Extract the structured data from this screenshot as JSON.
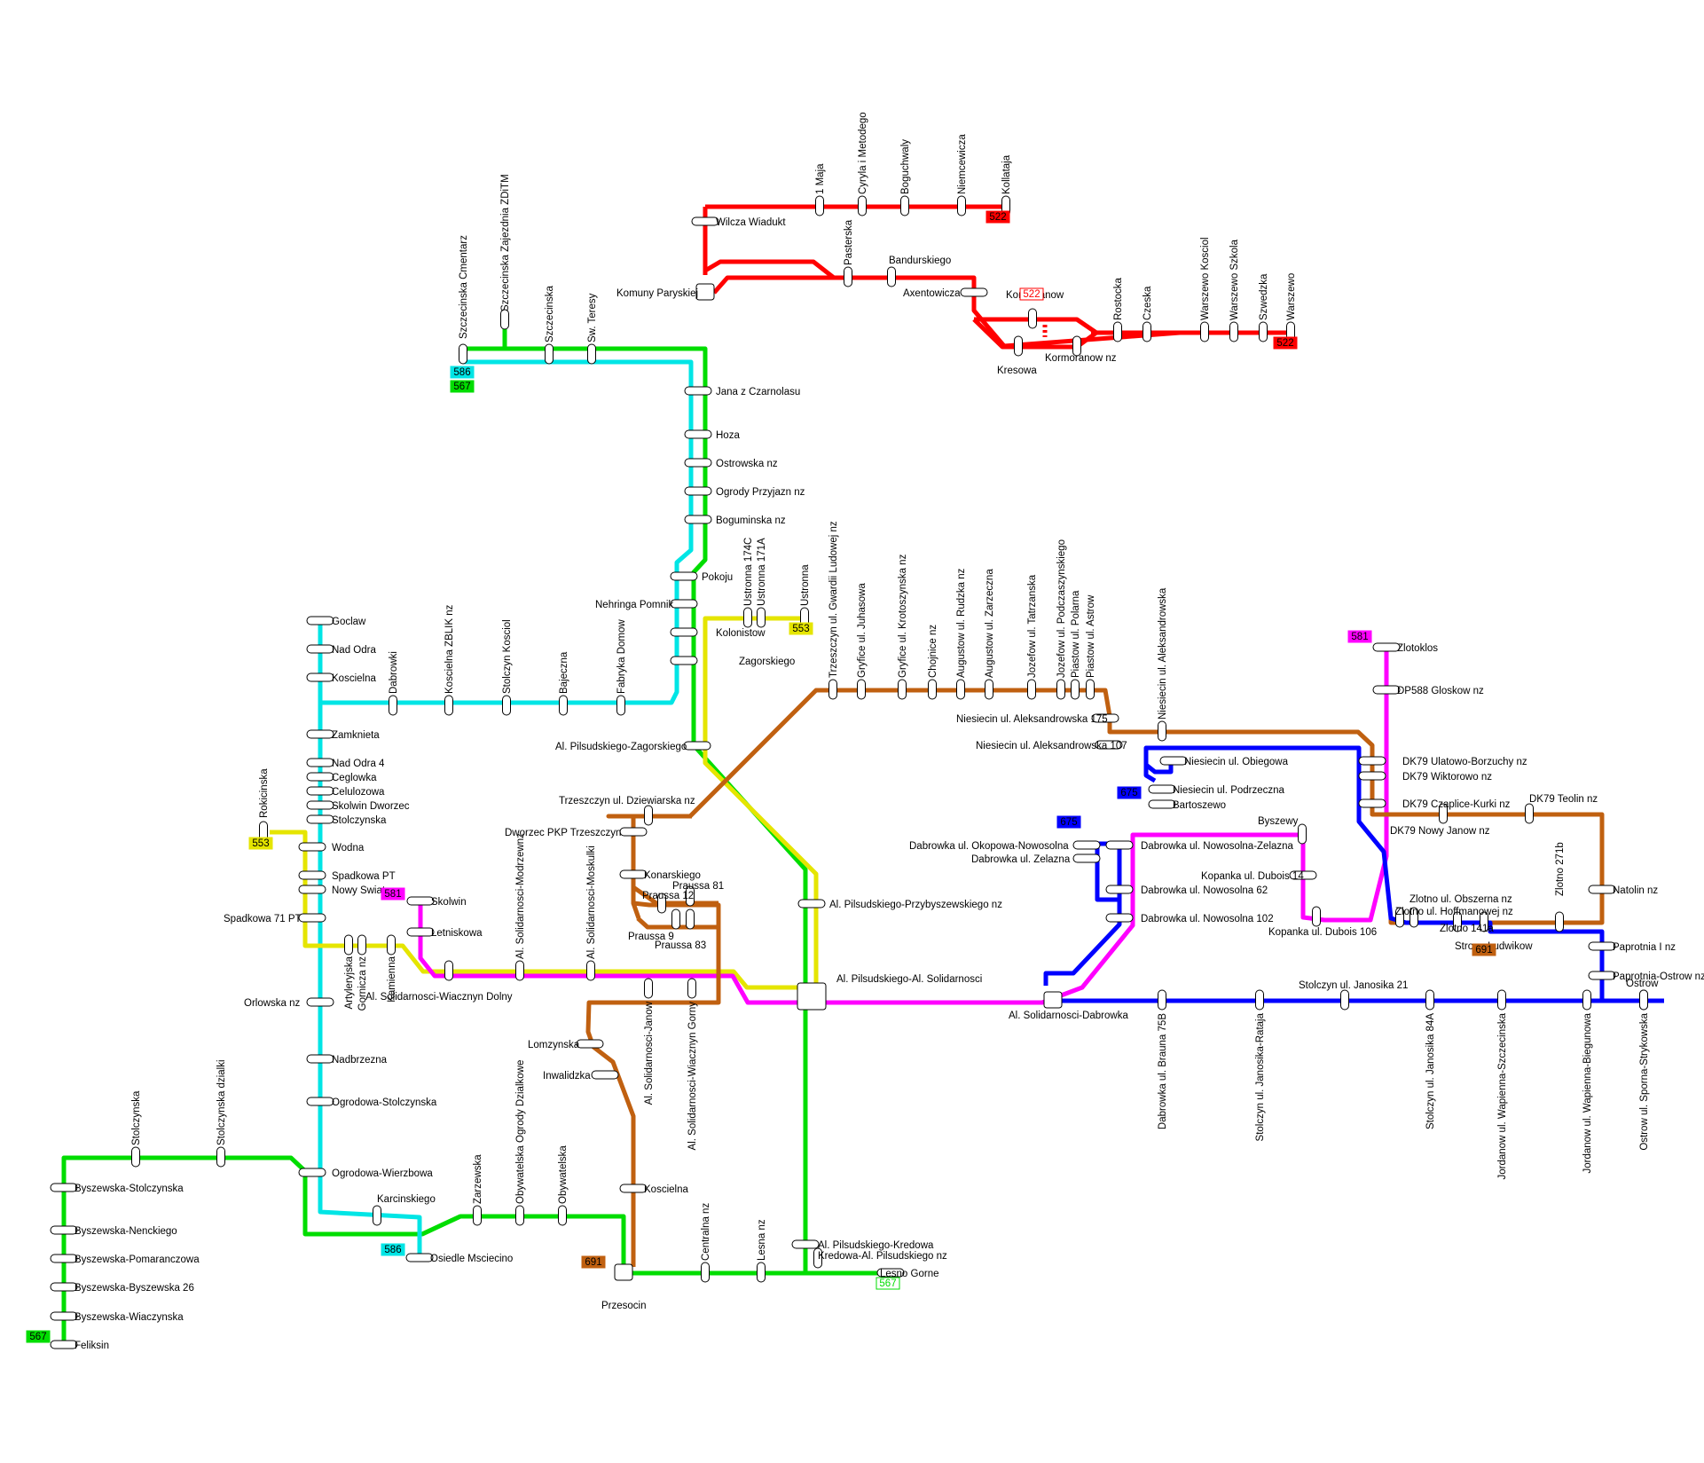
{
  "colors": {
    "r522": "#ff0000",
    "r567": "#00dd00",
    "r586": "#00e5e5",
    "r553": "#e5e500",
    "r581": "#ff00ff",
    "r691": "#c06010",
    "r675": "#0000ff"
  },
  "route_labels": {
    "r522_top": "522",
    "r522_mid": "522",
    "r522_right": "522",
    "r586_top": "586",
    "r567_top": "567",
    "r553_a": "553",
    "r553_b": "553",
    "r581_a": "581",
    "r581_b": "581",
    "r691_a": "691",
    "r691_b": "691",
    "r675_a": "675",
    "r675_b": "675",
    "r586_b": "586",
    "r567_b": "567",
    "r567_c": "567"
  },
  "stops": {
    "s1": "Wilcza Wiadukt",
    "s2": "1 Maja",
    "s3": "Cyryla i Metodego",
    "s4": "Boguchwaly",
    "s5": "Niemcewicza",
    "s6": "Kollataja",
    "s7": "Pasterska",
    "s8": "Bandurskiego",
    "s9": "Komuny Paryskiej",
    "s10": "Axentowicza",
    "s11": "Kormoranow",
    "s12": "Kresowa",
    "s13": "Kormoranow nz",
    "s14": "Rostocka",
    "s15": "Czeska",
    "s16": "Warszewo Kosciol",
    "s17": "Warszewo Szkola",
    "s18": "Szwedzka",
    "s19": "Warszewo",
    "s20": "Szczecinska Cmentarz",
    "s21": "Szczecinska Zajezdnia ZDiTM",
    "s22": "Szczecinska",
    "s23": "Sw. Teresy",
    "s24": "Jana z Czarnolasu",
    "s25": "Hoza",
    "s26": "Ostrowska nz",
    "s27": "Ogrody Przyjazn nz",
    "s28": "Boguminska nz",
    "s29": "Pokoju",
    "s30": "Nehringa Pomnik",
    "s31": "Kolonistow",
    "s32": "Zagorskiego",
    "s33": "Al. Pilsudskiego-Zagorskiego",
    "s34": "Ustronna 174C",
    "s35": "Ustronna 171A",
    "s36": "Ustronna",
    "s37": "Goclaw",
    "s38": "Nad Odra",
    "s39": "Koscielna",
    "s40": "Dabrowki",
    "s41": "Koscielna ZBLIK nz",
    "s42": "Stolczyn Kosciol",
    "s43": "Bajeczna",
    "s44": "Fabryka Domow",
    "s45": "Zamknieta",
    "s46": "Nad Odra 4",
    "s47": "Ceglowka",
    "s48": "Celulozowa",
    "s49": "Skolwin Dworzec",
    "s50": "Stolczynska",
    "s51": "Wodna",
    "s52": "Spadkowa PT",
    "s53": "Nowy Swiat",
    "s54": "Spadkowa 71 PT",
    "s55": "Rokicinska",
    "s56": "Skolwin",
    "s57": "Letniskowa",
    "s58": "Artyleryjska",
    "s59": "Gornicza nz",
    "s60": "Kamienna",
    "s61": "Al. Solidarnosci-Wiacznyn Dolny",
    "s62": "Orlowska nz",
    "s63": "Nadbrzezna",
    "s64": "Ogrodowa-Stolczynska",
    "s65": "Ogrodowa-Wierzbowa",
    "s66": "Karcinskiego",
    "s67": "Osiedle Msciecino",
    "s68": "Trzeszczyn ul. Gwardii Ludowej nz",
    "s69": "Gryfice ul. Juhasowa",
    "s70": "Gryfice ul. Krotoszynska nz",
    "s71": "Chojnice nz",
    "s72": "Augustow ul. Rudzka nz",
    "s73": "Augustow ul. Zarzeczna",
    "s74": "Jozefow ul. Tatrzanska",
    "s75": "Jozefow ul. Podczaszynskiego",
    "s76": "Piastow ul. Polarna",
    "s77": "Piastow ul. Astrow",
    "s78": "Niesiecin ul. Aleksandrowska 175",
    "s79": "Niesiecin ul. Aleksandrowska",
    "s80": "Niesiecin ul. Aleksandrowska 107",
    "s81": "Niesiecin ul. Obiegowa",
    "s82": "Niesiecin ul. Podrzeczna",
    "s83": "Bartoszewo",
    "s84": "Trzeszczyn ul. Dziewiarska nz",
    "s85": "Dworzec PKP Trzeszczyn",
    "s86": "Konarskiego",
    "s87": "Praussa 81",
    "s88": "Praussa 12",
    "s89": "Praussa 9",
    "s90": "Praussa 83",
    "s91": "Al. Solidarnosci-Modrzewnz",
    "s92": "Al. Solidarnosci-Moskulki",
    "s93": "Al. Solidarnosci-Janow",
    "s94": "Al. Solidarnosci-Wiacznyn Gorny",
    "s95": "Lomzynska",
    "s96": "Inwalidzka",
    "s97": "Koscielna",
    "s98": "Al. Pilsudskiego-Przybyszewskiego nz",
    "s99": "Al. Pilsudskiego-Al. Solidarnosci",
    "s100": "Al. Pilsudskiego-Kredowa",
    "s101": "Kredowa-Al. Pilsudskiego nz",
    "s102": "Lesno Gorne",
    "s103": "Centralna nz",
    "s104": "Lesna nz",
    "s105": "Przesocin",
    "s106": "Stolczynska",
    "s107": "Stolczynska dzialki",
    "s108": "Byszewska-Stolczynska",
    "s109": "Byszewska-Nenckiego",
    "s110": "Byszewska-Pomaranczowa",
    "s111": "Byszewska-Byszewska 26",
    "s112": "Byszewska-Wiaczynska",
    "s113": "Feliksin",
    "s114": "Zarzewska",
    "s115": "Obywatelska Ogrody Dzialkowe",
    "s116": "Obywatelska",
    "s117": "Zlotoklos",
    "s118": "DP588 Gloskow nz",
    "s119": "DK79 Ulatowo-Borzuchy nz",
    "s120": "DK79 Wiktorowo nz",
    "s121": "DK79 Czaplice-Kurki nz",
    "s122": "DK79 Teolin nz",
    "s123": "DK79 Nowy Janow nz",
    "s124": "Natolin nz",
    "s125": "Byszewy",
    "s126": "Dabrowka ul. Nowosolna-Zelazna",
    "s127": "Kopanka ul. Dubois 14",
    "s128": "Dabrowka ul. Nowosolna 62",
    "s129": "Kopanka ul. Dubois 106",
    "s130": "Dabrowka ul. Nowosolna 102",
    "s131": "Dabrowka ul. Okopowa-Nowosolna",
    "s132": "Dabrowka ul. Zelazna",
    "s133": "Al. Solidarnosci-Dabrowka",
    "s134": "Zlotno ul. Hoffmanowej nz",
    "s135": "Zlotno ul. Obszerna nz",
    "s136": "Zlotno 271b",
    "s137": "Zlotno 141a",
    "s138": "Stroza-Ludwikow",
    "s139": "Paprotnia I nz",
    "s140": "Paprotnia-Ostrow nz",
    "s141": "Ostrow",
    "s142": "Stolczyn ul. Janosika 21",
    "s143": "Dabrowka ul. Brauna 75B",
    "s144": "Stolczyn ul. Janosika-Rataja",
    "s145": "Stolczyn ul. Janosika 84A",
    "s146": "Jordanow ul. Wapienna-Szczecinska",
    "s147": "Jordanow ul. Wapienna-Biegunowa",
    "s148": "Ostrow ul. Sporna-Strykowska"
  }
}
